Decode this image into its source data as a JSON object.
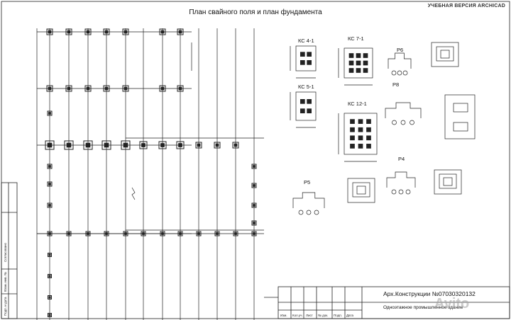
{
  "title": "План свайного поля и план фундамента",
  "watermark": "УЧЕБНАЯ ВЕРСИЯ ARCHICAD",
  "labels": {
    "ks41": "КС 4-1",
    "ks71": "КС 7-1",
    "ks51": "КС 5-1",
    "ks121": "КС 12-1",
    "p6": "Р6",
    "p8": "Р8",
    "p4": "Р4",
    "p5": "Р5"
  },
  "stamp": {
    "code": "Арх.Конструкции №07030320132",
    "name": "Одноэтажное промышленное здание",
    "columns": [
      "Изм.",
      "Кол.уч.",
      "Лист",
      "№ док.",
      "Подп.",
      "Дата"
    ]
  },
  "side_stamp": [
    "Согласовано",
    "Взам. инв. №",
    "Подп. и дата"
  ],
  "brand_overlay": "Avito"
}
